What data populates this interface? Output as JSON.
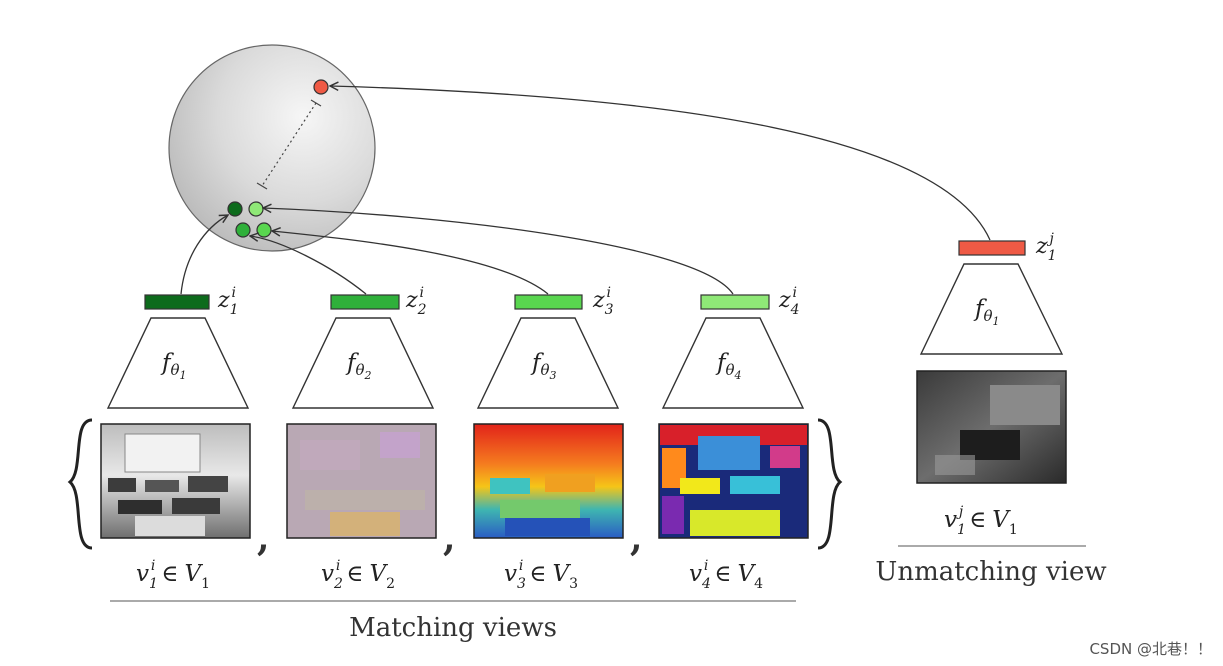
{
  "colors": {
    "dark_green": "#0d6b1c",
    "mid_green": "#2fb03a",
    "light_green": "#59d64f",
    "pale_green": "#8fe877",
    "red": "#ef5a45",
    "sphere": "#dcdcdc",
    "stroke": "#333333"
  },
  "sphere": {
    "embeddings": [
      {
        "name": "z1i-point",
        "color": "#0d6b1c"
      },
      {
        "name": "z2i-point",
        "color": "#2fb03a"
      },
      {
        "name": "z3i-point",
        "color": "#59d64f"
      },
      {
        "name": "z4i-point",
        "color": "#8fe877"
      },
      {
        "name": "z1j-point",
        "color": "#ef5a45"
      }
    ]
  },
  "matching": {
    "views": [
      {
        "encoder": {
          "base": "f",
          "sub": "θ",
          "subsub": "1"
        },
        "z": {
          "base": "z",
          "sub": "1",
          "sup": "i"
        },
        "v": {
          "base": "v",
          "sub": "1",
          "sup": "i",
          "rel": "∈",
          "set": "V",
          "set_sub": "1"
        },
        "image": "classroom-grayscale",
        "bar_color": "#0d6b1c"
      },
      {
        "encoder": {
          "base": "f",
          "sub": "θ",
          "subsub": "2"
        },
        "z": {
          "base": "z",
          "sub": "2",
          "sup": "i"
        },
        "v": {
          "base": "v",
          "sub": "2",
          "sup": "i",
          "rel": "∈",
          "set": "V",
          "set_sub": "2"
        },
        "image": "surface-normals",
        "bar_color": "#2fb03a"
      },
      {
        "encoder": {
          "base": "f",
          "sub": "θ",
          "subsub": "3"
        },
        "z": {
          "base": "z",
          "sub": "3",
          "sup": "i"
        },
        "v": {
          "base": "v",
          "sub": "3",
          "sup": "i",
          "rel": "∈",
          "set": "V",
          "set_sub": "3"
        },
        "image": "depth-map",
        "bar_color": "#59d64f"
      },
      {
        "encoder": {
          "base": "f",
          "sub": "θ",
          "subsub": "4"
        },
        "z": {
          "base": "z",
          "sub": "4",
          "sup": "i"
        },
        "v": {
          "base": "v",
          "sub": "4",
          "sup": "i",
          "rel": "∈",
          "set": "V",
          "set_sub": "4"
        },
        "image": "semantic-segmentation",
        "bar_color": "#8fe877"
      }
    ],
    "comma": ",",
    "caption": "Matching views"
  },
  "unmatching": {
    "encoder": {
      "base": "f",
      "sub": "θ",
      "subsub": "1"
    },
    "z": {
      "base": "z",
      "sub": "1",
      "sup": "j"
    },
    "v": {
      "base": "v",
      "sub": "1",
      "sup": "j",
      "rel": "∈",
      "set": "V",
      "set_sub": "1"
    },
    "image": "living-room-grayscale",
    "bar_color": "#ef5a45",
    "caption": "Unmatching view"
  },
  "watermark": "CSDN @北巷！！"
}
